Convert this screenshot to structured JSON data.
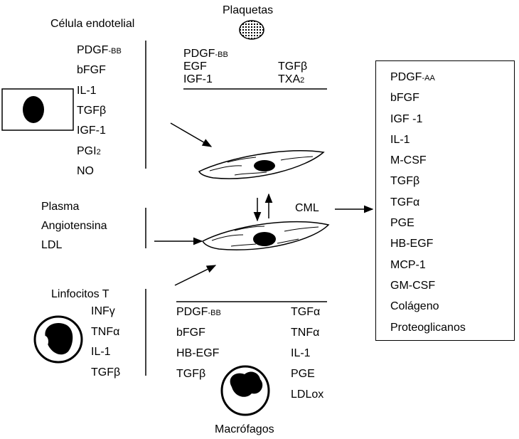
{
  "endothelial": {
    "title": "Célula endotelial",
    "factors": [
      {
        "text": "PDGF",
        "sub": "-BB"
      },
      {
        "text": "bFGF",
        "sub": ""
      },
      {
        "text": "IL-1",
        "sub": ""
      },
      {
        "text": "TGFβ",
        "sub": ""
      },
      {
        "text": "IGF-1",
        "sub": ""
      },
      {
        "text": "PGI",
        "sub": "2"
      },
      {
        "text": "NO",
        "sub": ""
      }
    ]
  },
  "platelets": {
    "title": "Plaquetas",
    "col1": [
      {
        "text": "PDGF",
        "sub": "-BB"
      },
      {
        "text": "EGF",
        "sub": ""
      },
      {
        "text": "IGF-1",
        "sub": ""
      }
    ],
    "col2": [
      {
        "text": "TGFβ",
        "sub": ""
      },
      {
        "text": "TXA",
        "sub": "2"
      }
    ]
  },
  "plasma": {
    "items": [
      "Plasma",
      "Angiotensina",
      "LDL"
    ]
  },
  "smc": {
    "label": "CML",
    "products": [
      {
        "text": "PDGF",
        "sub": "-AA"
      },
      {
        "text": "bFGF",
        "sub": ""
      },
      {
        "text": "IGF -1",
        "sub": ""
      },
      {
        "text": "IL-1",
        "sub": ""
      },
      {
        "text": "M-CSF",
        "sub": ""
      },
      {
        "text": "TGFβ",
        "sub": ""
      },
      {
        "text": "TGFα",
        "sub": ""
      },
      {
        "text": "PGE",
        "sub": ""
      },
      {
        "text": "HB-EGF",
        "sub": ""
      },
      {
        "text": "MCP-1",
        "sub": ""
      },
      {
        "text": "GM-CSF",
        "sub": ""
      },
      {
        "text": "Colágeno",
        "sub": ""
      },
      {
        "text": "Proteoglicanos",
        "sub": ""
      }
    ]
  },
  "lymphocytes": {
    "title": "Linfocitos T",
    "factors": [
      "INFγ",
      "TNFα",
      "IL-1",
      "TGFβ"
    ]
  },
  "macrophages": {
    "title": "Macrófagos",
    "col1": [
      {
        "text": "PDGF",
        "sub": "-BB"
      },
      {
        "text": "bFGF",
        "sub": ""
      },
      {
        "text": "HB-EGF",
        "sub": ""
      },
      {
        "text": "TGFβ",
        "sub": ""
      }
    ],
    "col2": [
      "TGFα",
      "TNFα",
      "IL-1",
      "PGE",
      "LDLox"
    ]
  }
}
